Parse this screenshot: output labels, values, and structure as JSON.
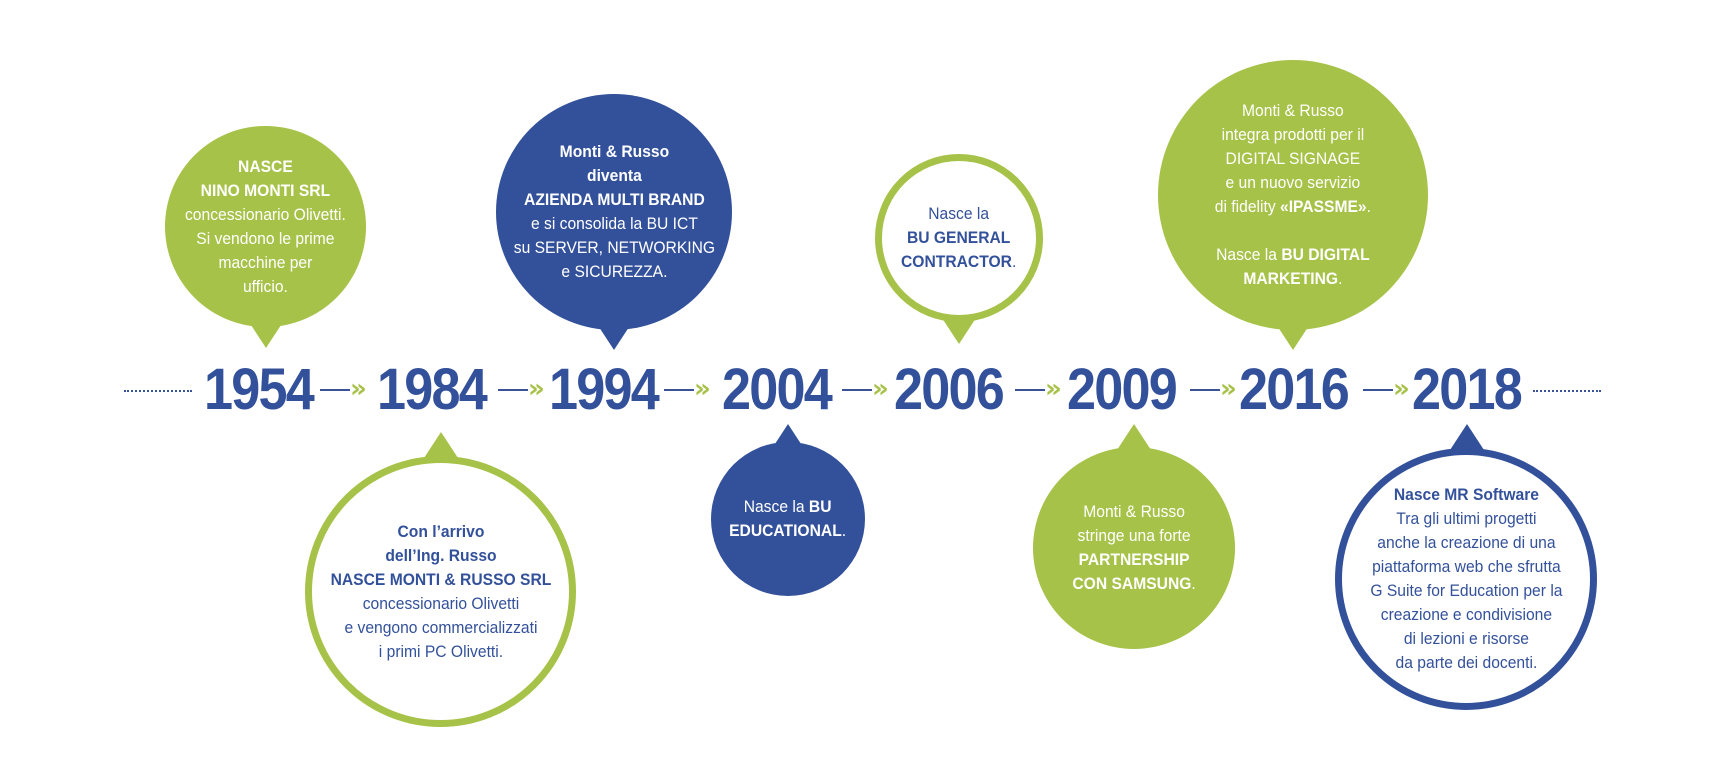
{
  "timeline": {
    "years": [
      "1954",
      "1984",
      "1994",
      "2004",
      "2006",
      "2009",
      "2016",
      "2018"
    ],
    "arrow_glyph": "»"
  },
  "events": {
    "e1954": {
      "l1": "NASCE",
      "l2": "NINO MONTI SRL",
      "l3": "concessionario Olivetti.",
      "l4": "Si vendono le prime",
      "l5": "macchine per",
      "l6": "ufficio."
    },
    "e1984": {
      "l1": "Con l’arrivo",
      "l2": "dell’Ing. Russo",
      "l3": "NASCE MONTI & RUSSO SRL",
      "l4": "concessionario Olivetti",
      "l5": "e vengono commercializzati",
      "l6": "i primi PC Olivetti."
    },
    "e1994": {
      "l1": "Monti & Russo",
      "l2": "diventa",
      "l3": "AZIENDA MULTI BRAND",
      "l4": "e si consolida la BU ICT",
      "l5": "su SERVER, NETWORKING",
      "l6": "e SICUREZZA."
    },
    "e2004": {
      "l1a": "Nasce la ",
      "l1b": "BU",
      "l2a": "EDUCATIONAL",
      "l2b": "."
    },
    "e2006": {
      "l1": "Nasce la",
      "l2": "BU GENERAL",
      "l3a": "CONTRACTOR",
      "l3b": "."
    },
    "e2009": {
      "l1": "Monti & Russo",
      "l2": "stringe una forte",
      "l3": "PARTNERSHIP",
      "l4a": "CON SAMSUNG",
      "l4b": "."
    },
    "e2016": {
      "l1": "Monti & Russo",
      "l2": "integra prodotti per il",
      "l3": "DIGITAL SIGNAGE",
      "l4": "e un nuovo servizio",
      "l5a": "di fidelity ",
      "l5b": "«IPASSME»",
      "l5c": ".",
      "l6a": "Nasce la ",
      "l6b": "BU DIGITAL",
      "l7a": "MARKETING",
      "l7b": "."
    },
    "e2018": {
      "l1": "Nasce MR Software",
      "l2": "Tra gli ultimi progetti",
      "l3": "anche la creazione di una",
      "l4": "piattaforma web che sfrutta",
      "l5": "G Suite for Education per la",
      "l6": "creazione e condivisione",
      "l7": "di lezioni e risorse",
      "l8": "da parte dei docenti."
    }
  },
  "colors": {
    "green": "#a6c248",
    "blue": "#33519a",
    "white": "#ffffff"
  }
}
